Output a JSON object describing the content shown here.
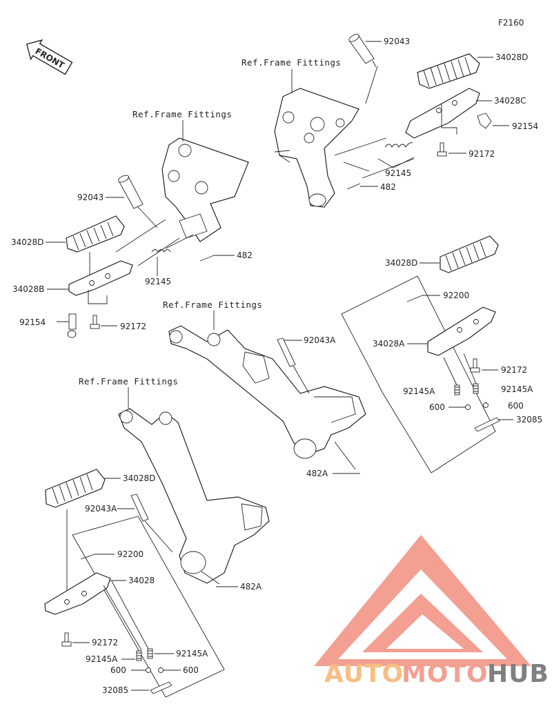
{
  "diagram_code": "F2160",
  "front_arrow_text": "FRONT",
  "ref_text": "Ref.Frame Fittings",
  "labels": {
    "p92043_top": "92043",
    "p34028D_top": "34028D",
    "p34028C": "34028C",
    "p92154_right": "92154",
    "p92172_right_top": "92172",
    "p92145_top": "92145",
    "p482_top": "482",
    "p92043_left": "92043",
    "p34028D_left": "34028D",
    "p482_left": "482",
    "p92145_left": "92145",
    "p34028B": "34028B",
    "p92154_left": "92154",
    "p92172_left": "92172",
    "p34028D_right_mid": "34028D",
    "p92200_right": "92200",
    "p34028A": "34028A",
    "p92172_right_mid": "92172",
    "p92145A_right_a": "92145A",
    "p92145A_right_b": "92145A",
    "p600_right_a": "600",
    "p600_right_b": "600",
    "p32085_right": "32085",
    "p92043A_mid": "92043A",
    "p482A_mid": "482A",
    "p34028D_bottom": "34028D",
    "p92043A_bottom": "92043A",
    "p92200_bottom": "92200",
    "p34028": "34028",
    "p482A_bottom": "482A",
    "p92172_bottom": "92172",
    "p92145A_bottom_a": "92145A",
    "p92145A_bottom_b": "92145A",
    "p600_bottom_a": "600",
    "p600_bottom_b": "600",
    "p32085_bottom": "32085"
  },
  "watermark": {
    "auto": "AUTO",
    "moto": "MOTO",
    "hub": "HUB",
    "triangle_color": "#f28f80",
    "auto_color": "#f7b36e",
    "hub_color": "#6a6a6a"
  }
}
